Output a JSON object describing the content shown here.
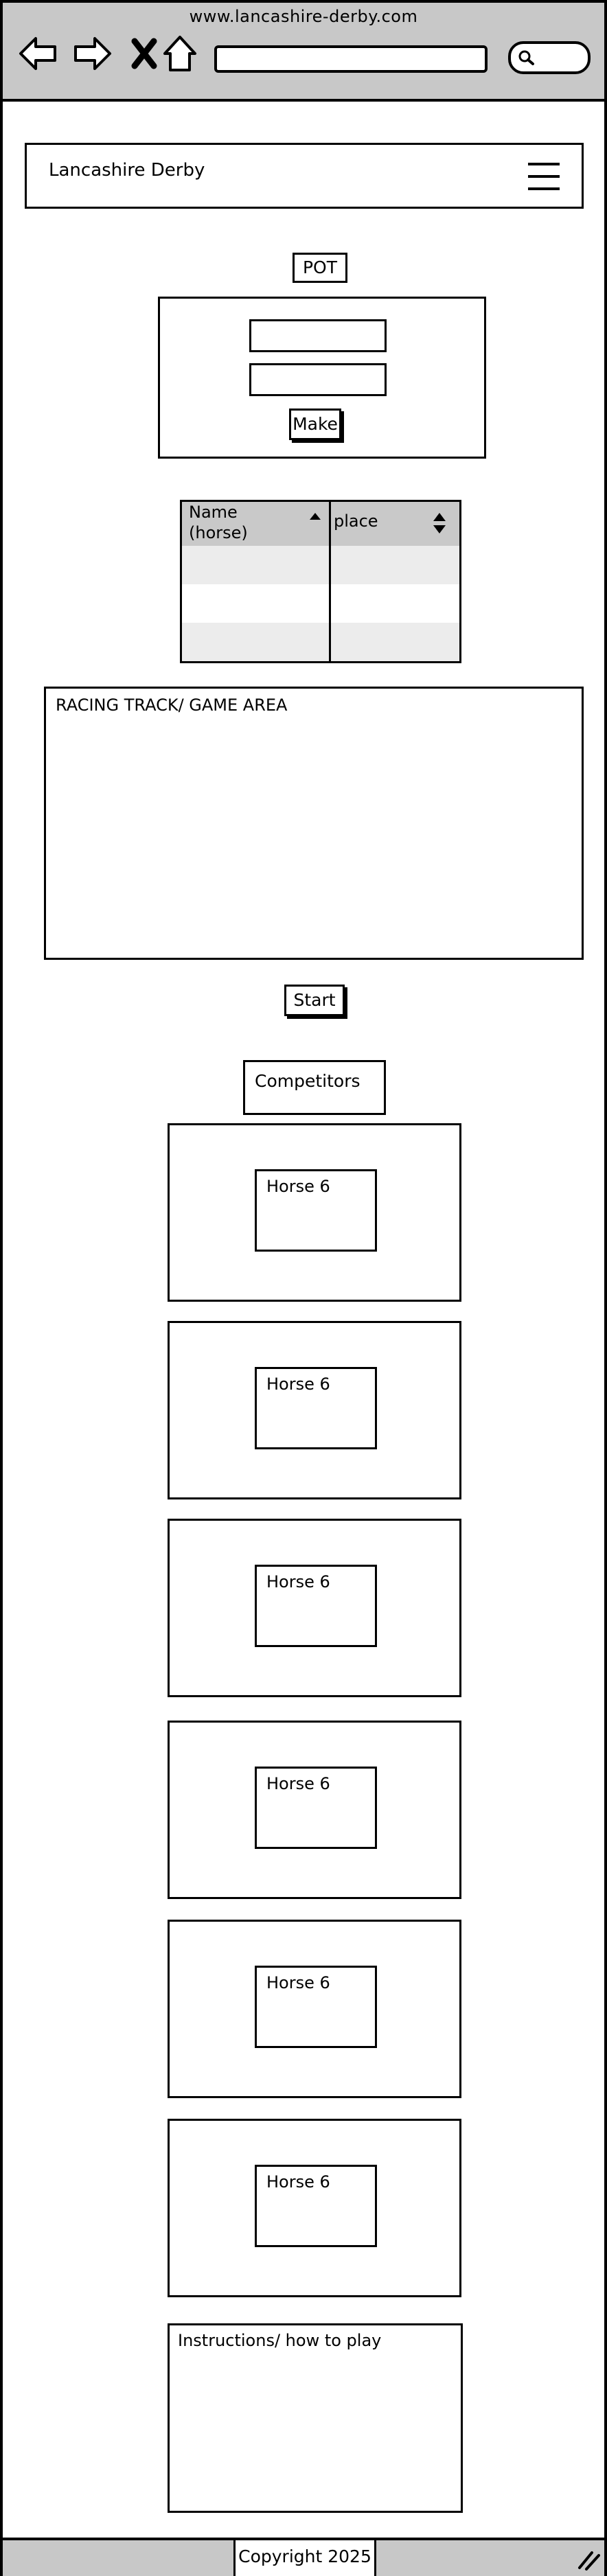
{
  "browser": {
    "url": "www.lancashire-derby.com",
    "icons": [
      "back-arrow-icon",
      "forward-arrow-icon",
      "close-x-icon",
      "home-icon",
      "search-icon"
    ]
  },
  "header": {
    "title": "Lancashire Derby",
    "menu_icon": "hamburger-icon"
  },
  "pot": {
    "label": "POT",
    "make_button": "Make"
  },
  "table": {
    "columns": [
      {
        "label": "Name\n(horse)",
        "sort": "ascending"
      },
      {
        "label": "place",
        "sort": "both"
      }
    ],
    "rows": 3
  },
  "game_area": {
    "label": "RACING TRACK/ GAME AREA"
  },
  "start_button": "Start",
  "competitors": {
    "heading": "Competitors",
    "cards": [
      {
        "label": "Horse 6"
      },
      {
        "label": "Horse 6"
      },
      {
        "label": "Horse 6"
      },
      {
        "label": "Horse 6"
      },
      {
        "label": "Horse 6"
      },
      {
        "label": "Horse 6"
      }
    ]
  },
  "instructions": {
    "label": "Instructions/ how to play"
  },
  "footer": {
    "copyright": "Copyright 2025",
    "resize_icon": "resize-grip-icon"
  }
}
